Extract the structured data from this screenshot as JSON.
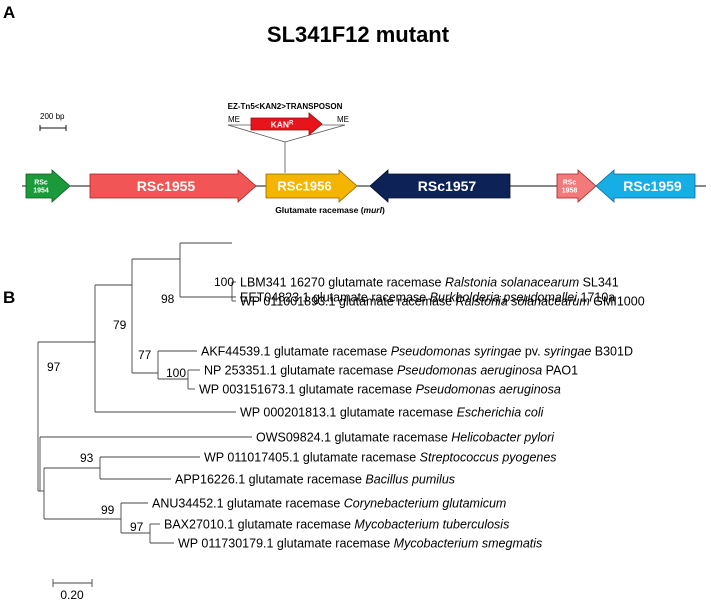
{
  "panel_a": {
    "label": "A",
    "title": "SL341F12 mutant",
    "scale_label": "200 bp",
    "transposon": {
      "label": "EZ-Tn5<KAN2>TRANSPOSON",
      "marker_label": "KAN",
      "marker_superscript": "R",
      "left_end": "ME",
      "right_end": "ME",
      "color": "#e8141c"
    },
    "genes": [
      {
        "id": "RSc1954",
        "lines": [
          "RSc",
          "1954"
        ],
        "direction": "right",
        "color": "#1a9a3a",
        "outline": "#0c5a20"
      },
      {
        "id": "RSc1955",
        "lines": [
          "RSc1955"
        ],
        "direction": "right",
        "color": "#f25555",
        "outline": "#a02020"
      },
      {
        "id": "RSc1956",
        "lines": [
          "RSc1956"
        ],
        "direction": "right",
        "color": "#f4b400",
        "outline": "#8a6500",
        "text_color": "#111111"
      },
      {
        "id": "RSc1957",
        "lines": [
          "RSc1957"
        ],
        "direction": "left",
        "color": "#0d2256",
        "outline": "#061030"
      },
      {
        "id": "RSc1958",
        "lines": [
          "RSc",
          "1958"
        ],
        "direction": "right",
        "color": "#f27a7a",
        "outline": "#a02020"
      },
      {
        "id": "RSc1959",
        "lines": [
          "RSc1959"
        ],
        "direction": "left",
        "color": "#17aee6",
        "outline": "#0a6a90"
      }
    ],
    "gene_annotation": {
      "prefix": "Glutamate racemase (",
      "gene": "murI",
      "suffix": ")"
    }
  },
  "panel_b": {
    "label": "B",
    "scale_label": "0.20",
    "leaves": [
      {
        "id": "leaf-0",
        "accession": "LBM341 16270",
        "product": "glutamate  racemase",
        "species": "Ralstonia solanacearum",
        "strain": "SL341"
      },
      {
        "id": "leaf-1",
        "accession": "WP 011001893.1",
        "product": "glutamate  racemase",
        "species": "Ralstonia solanacearum",
        "strain": "GMI1000"
      },
      {
        "id": "leaf-2",
        "accession": "EET04823.1",
        "product": "glutamate  racemase",
        "species": "Burkholderia pseudomallei",
        "strain": "1710a"
      },
      {
        "id": "leaf-3",
        "accession": "AKF44539.1",
        "product": "glutamate  racemase",
        "species": "Pseudomonas syringae",
        "strain": "pv. ",
        "strain2": "syringae",
        "strain3": " B301D"
      },
      {
        "id": "leaf-4",
        "accession": "NP 253351.1",
        "product": "glutamate  racemase",
        "species": "Pseudomonas aeruginosa",
        "strain": "PAO1"
      },
      {
        "id": "leaf-5",
        "accession": "WP 003151673.1",
        "product": "glutamate  racemase",
        "species": "Pseudomonas aeruginosa",
        "strain": ""
      },
      {
        "id": "leaf-6",
        "accession": "WP 000201813.1",
        "product": "glutamate  racemase",
        "species": "Escherichia coli",
        "strain": ""
      },
      {
        "id": "leaf-7",
        "accession": "OWS09824.1",
        "product": "glutamate  racemase",
        "species": "Helicobacter pylori",
        "strain": ""
      },
      {
        "id": "leaf-8",
        "accession": "WP 011017405.1",
        "product": "glutamate  racemase",
        "species": "Streptococcus pyogenes",
        "strain": ""
      },
      {
        "id": "leaf-9",
        "accession": "APP16226.1",
        "product": "glutamate  racemase",
        "species": "Bacillus pumilus",
        "strain": ""
      },
      {
        "id": "leaf-10",
        "accession": "ANU34452.1",
        "product": "glutamate  racemase",
        "species": "Corynebacterium glutamicum",
        "strain": ""
      },
      {
        "id": "leaf-11",
        "accession": "BAX27010.1",
        "product": "glutamate  racemase",
        "species": "Mycobacterium tuberculosis",
        "strain": ""
      },
      {
        "id": "leaf-12",
        "accession": "WP 011730179.1",
        "product": "glutamate  racemase",
        "species": "Mycobacterium smegmatis",
        "strain": ""
      }
    ],
    "bootstrap": {
      "n01": "100",
      "n012": "98",
      "n345": "77",
      "n45": "100",
      "n0_5": "79",
      "n0_6": "97",
      "n89": "93",
      "n1112": "97",
      "n10_12": "99"
    }
  }
}
